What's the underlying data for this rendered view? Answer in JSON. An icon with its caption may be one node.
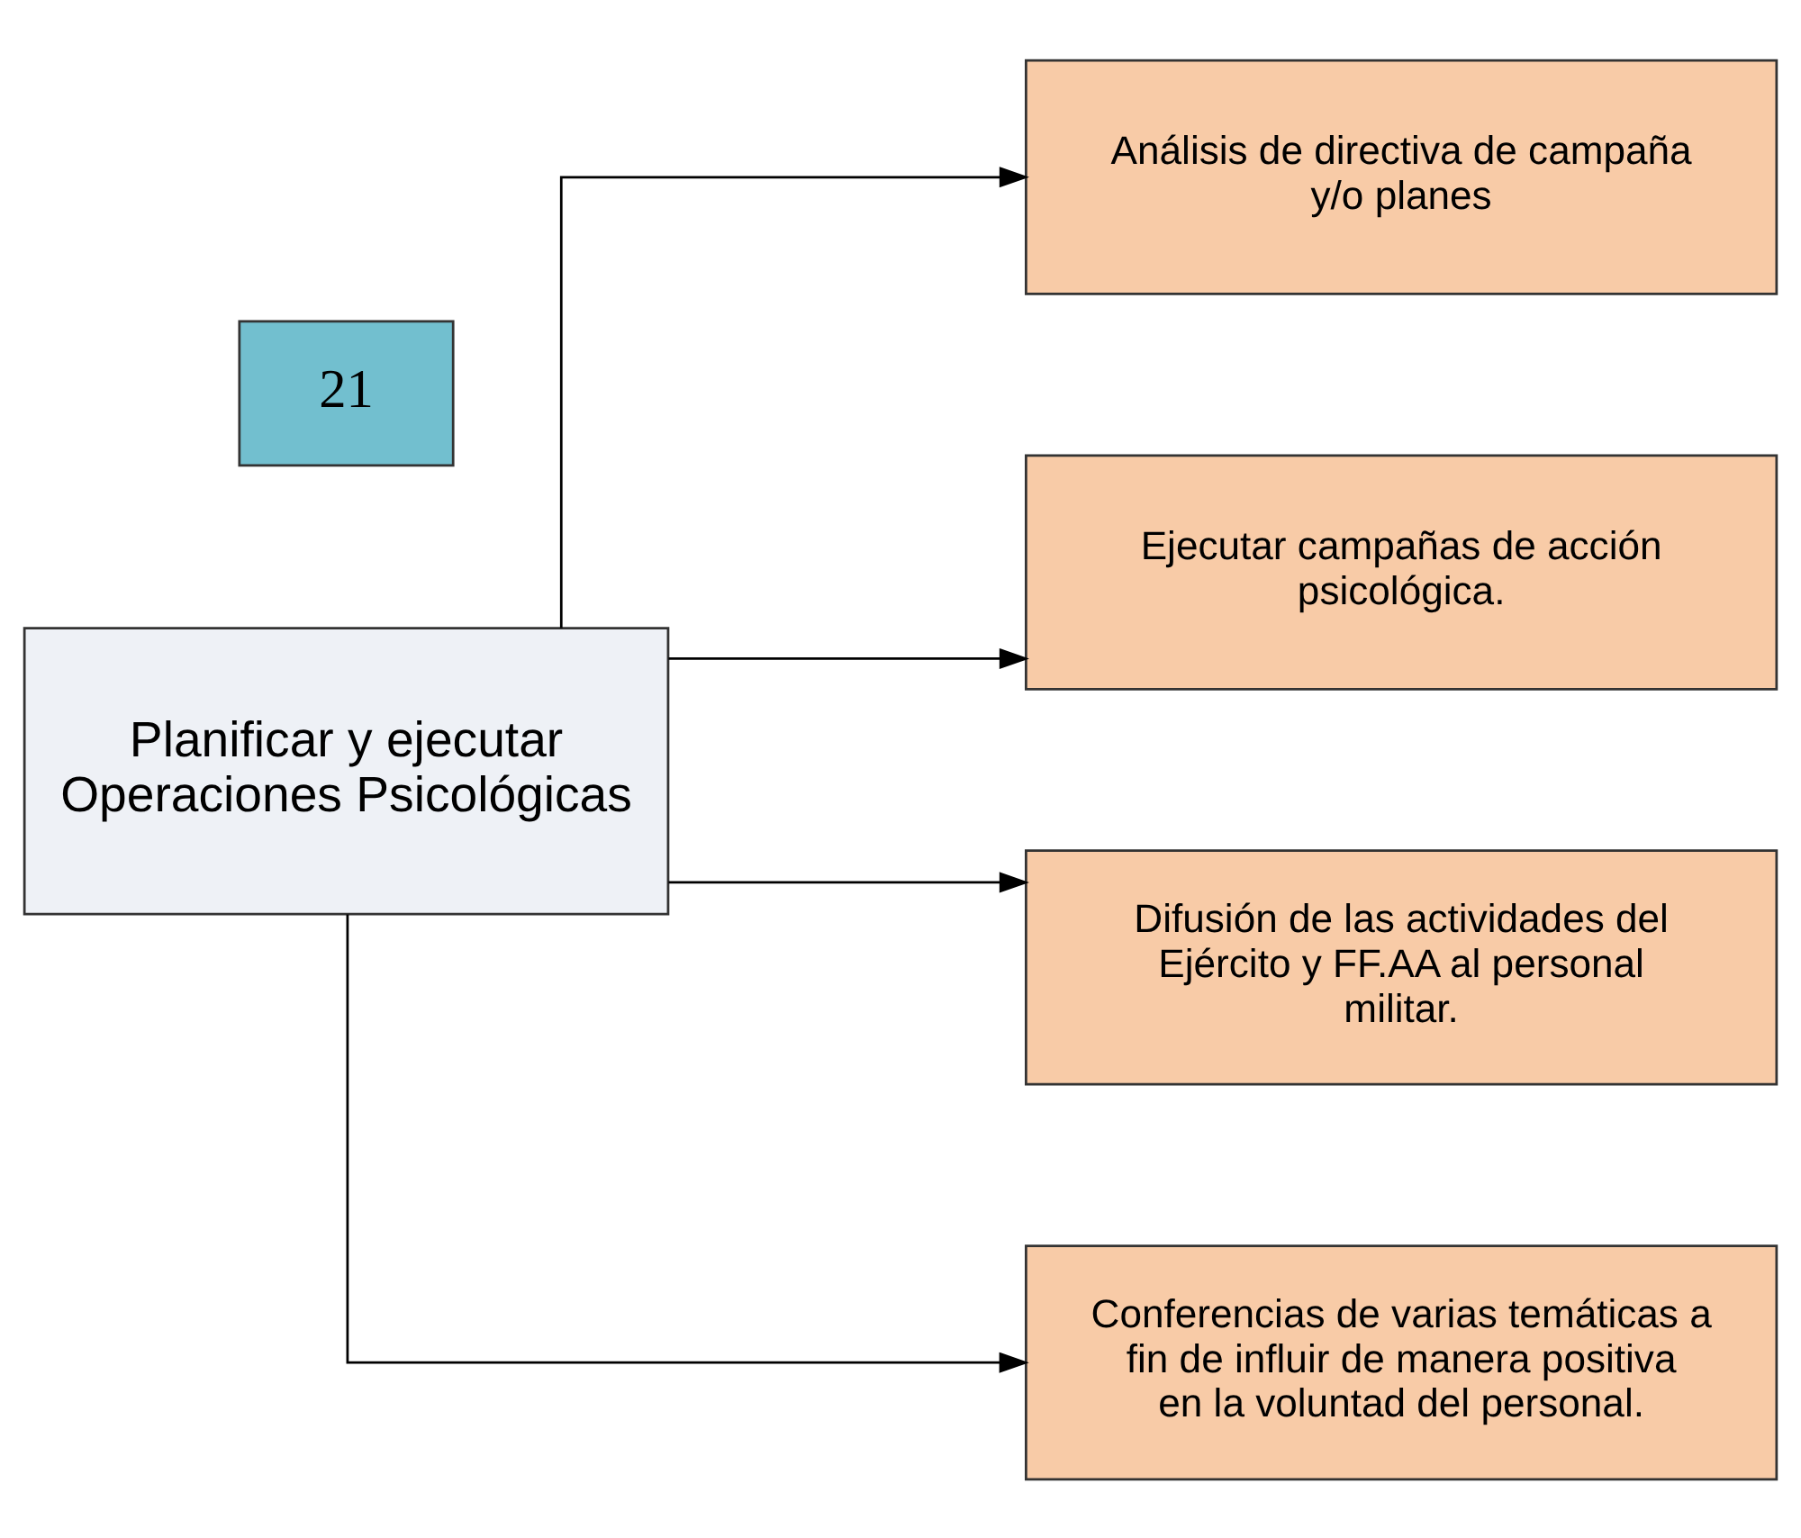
{
  "diagram": {
    "nodes": [
      {
        "text": [
          "21"
        ]
      },
      {
        "text": [
          "Planificar y ejecutar Operaciones Psicológicas"
        ]
      },
      {
        "text": [
          "Análisis de directiva de campaña y/o planes"
        ]
      },
      {
        "text": [
          "Ejecutar campañas de acción psicológica."
        ]
      },
      {
        "text": [
          "Difusión de las actividades del Ejército y FF.AA al personal militar."
        ]
      },
      {
        "text": [
          "Conferencias de varias temáticas a fin de influir de manera positiva en la voluntad del personal."
        ]
      }
    ],
    "edges": [
      {
        "from": 1,
        "to": 2,
        "arrow": "to"
      },
      {
        "from": 1,
        "to": 3,
        "arrow": "to"
      },
      {
        "from": 1,
        "to": 4,
        "arrow": "to"
      },
      {
        "from": 1,
        "to": 5,
        "arrow": "to"
      }
    ]
  }
}
